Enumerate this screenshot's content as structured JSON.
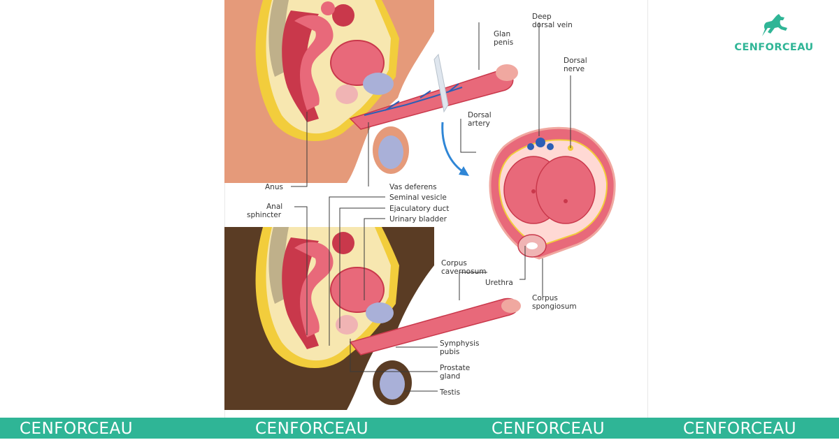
{
  "brand": {
    "name": "CENFORCEAU",
    "color": "#2fb596",
    "logo_icon": "horse-icon"
  },
  "footer": {
    "items": [
      "CENFORCEAU",
      "CENFORCEAU",
      "CENFORCEAU",
      "CENFORCEAU"
    ]
  },
  "diagram": {
    "labels": {
      "deep_dorsal_vein": [
        "Deep",
        "dorsal vein"
      ],
      "glan_penis": [
        "Glan",
        "penis"
      ],
      "dorsal_nerve": [
        "Dorsal",
        "nerve"
      ],
      "dorsal_artery": [
        "Dorsal",
        "artery"
      ],
      "anus": "Anus",
      "vas_deferens": "Vas deferens",
      "seminal_vesicle": "Seminal vesicle",
      "anal_sphincter": [
        "Anal",
        "sphincter"
      ],
      "ejaculatory_duct": "Ejaculatory duct",
      "urinary_bladder": "Urinary bladder",
      "corpus_cavernosum": [
        "Corpus",
        "cavernosum"
      ],
      "urethra": "Urethra",
      "corpus_spongiosum": [
        "Corpus",
        "spongiosum"
      ],
      "symphysis_pubis": [
        "Symphysis",
        "pubis"
      ],
      "prostate_gland": [
        "Prostate",
        "gland"
      ],
      "testis": "Testis"
    },
    "colors": {
      "skin_light": "#e59a7a",
      "skin_dark": "#5a3c24",
      "tissue": "#e8697a",
      "tissue_dark": "#c9384b",
      "fat": "#f2cd3c",
      "bladder": "#a9b0d8",
      "vein": "#2d5fb5",
      "arrow": "#2f86d6"
    }
  }
}
